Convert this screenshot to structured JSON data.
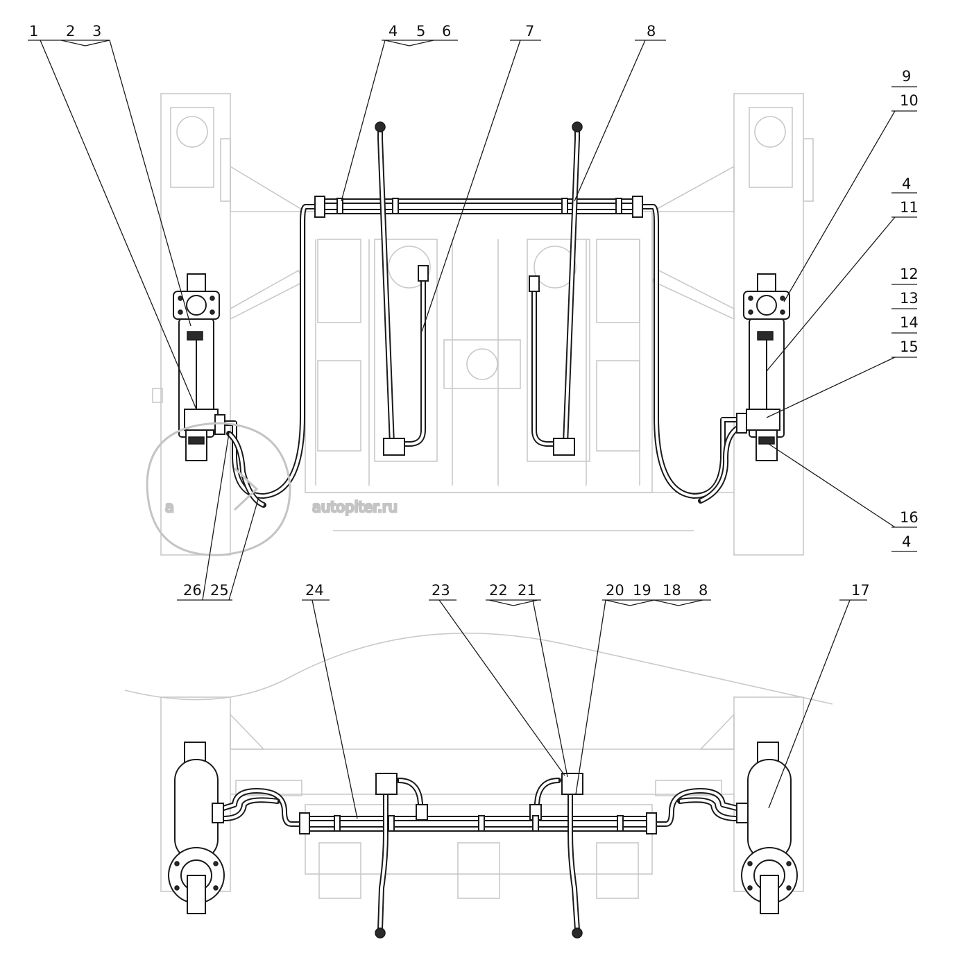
{
  "watermark": {
    "text": "autopiter.ru",
    "logo_letter": "a"
  },
  "callouts": {
    "top": [
      "1",
      "2",
      "3",
      "4",
      "5",
      "6",
      "7",
      "8",
      "9",
      "10",
      "4",
      "11",
      "12",
      "13",
      "14",
      "15",
      "16",
      "4",
      "26",
      "25"
    ],
    "bottom": [
      "24",
      "23",
      "22",
      "21",
      "20",
      "19",
      "18",
      "8",
      "17"
    ]
  }
}
